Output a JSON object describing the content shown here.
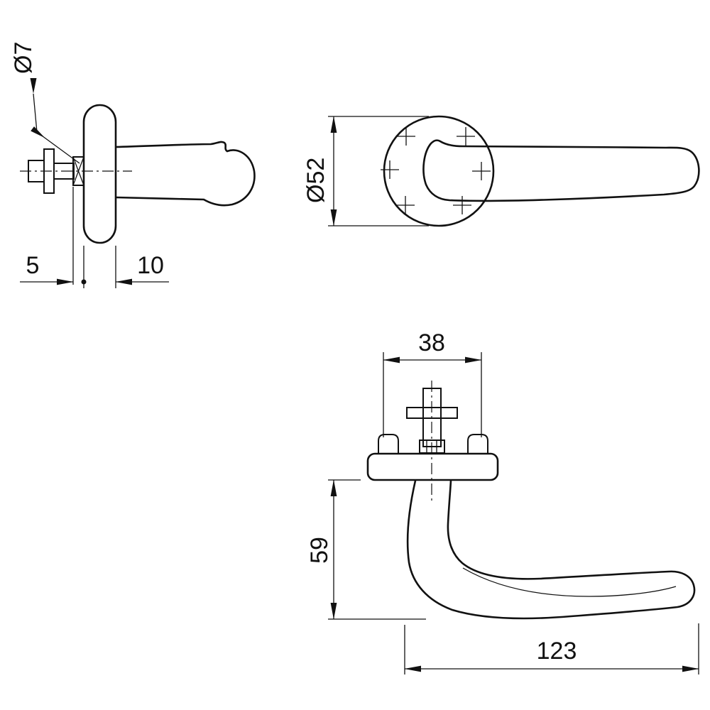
{
  "drawing": {
    "colors": {
      "line": "#111111",
      "background": "#ffffff"
    },
    "views": {
      "side": {
        "dims": {
          "hole_diameter": "Ø7",
          "protrusion": "5",
          "rose_thickness": "10"
        }
      },
      "front": {
        "dims": {
          "rose_diameter": "Ø52"
        }
      },
      "plan": {
        "dims": {
          "screw_spacing": "38",
          "handle_height": "59",
          "handle_length": "123"
        }
      }
    }
  }
}
